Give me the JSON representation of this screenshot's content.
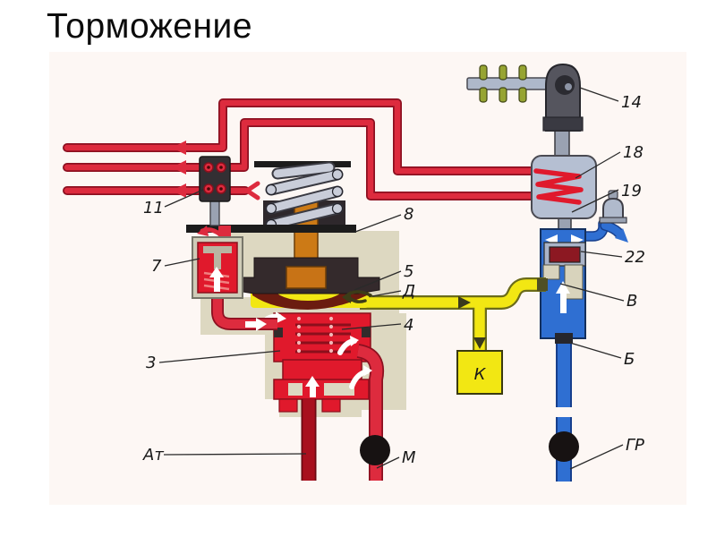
{
  "title": "Торможение",
  "diagram": {
    "labels": {
      "l3": "3",
      "l4": "4",
      "l5": "5",
      "l7": "7",
      "l8": "8",
      "l11": "11",
      "l14": "14",
      "l18": "18",
      "l19": "19",
      "l22": "22",
      "ld": "Д",
      "lv": "В",
      "lb": "Б",
      "lk": "К",
      "lm": "М",
      "lat": "Ат",
      "lgr": "ГР"
    },
    "colors": {
      "pipe_red": "#dd2b3e",
      "valve_red": "#e0192c",
      "dark_red": "#a8101e",
      "yellow": "#f2e713",
      "blue": "#2f6fd2",
      "steel_gray": "#b5bfd2",
      "beige": "#ddd8c1",
      "dark_block": "#332f33",
      "orange": "#cc7a16",
      "green_pin": "#96a432"
    }
  }
}
